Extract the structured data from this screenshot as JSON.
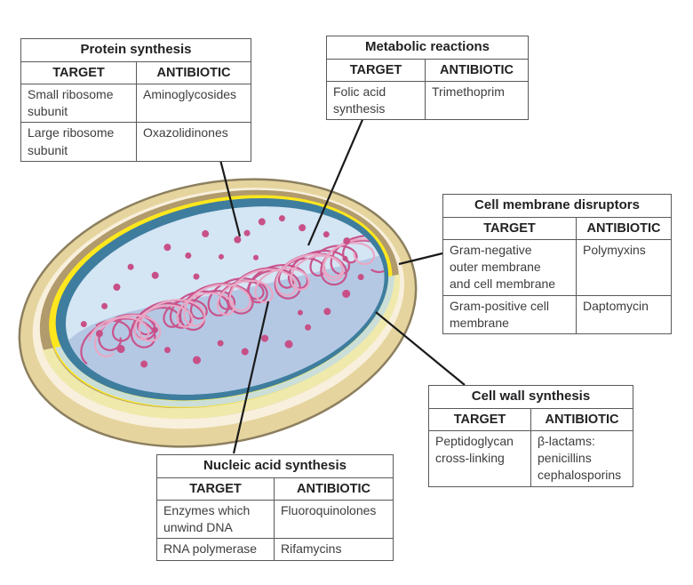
{
  "tables": [
    {
      "id": "protein-synthesis",
      "title": "Protein synthesis",
      "col_headers": [
        "TARGET",
        "ANTIBIOTIC"
      ],
      "rows": [
        {
          "target": "Small ribosome\nsubunit",
          "antibiotic": "Aminoglycosides"
        },
        {
          "target": "Large ribosome\nsubunit",
          "antibiotic": "Oxazolidinones"
        }
      ]
    },
    {
      "id": "metabolic-reactions",
      "title": "Metabolic reactions",
      "col_headers": [
        "TARGET",
        "ANTIBIOTIC"
      ],
      "rows": [
        {
          "target": "Folic acid\nsynthesis",
          "antibiotic": "Trimethoprim"
        }
      ]
    },
    {
      "id": "cell-membrane-disruptors",
      "title": "Cell membrane disruptors",
      "col_headers": [
        "TARGET",
        "ANTIBIOTIC"
      ],
      "rows": [
        {
          "target": "Gram-negative\nouter membrane\nand cell membrane",
          "antibiotic": "Polymyxins"
        },
        {
          "target": "Gram-positive cell\nmembrane",
          "antibiotic": "Daptomycin"
        }
      ]
    },
    {
      "id": "cell-wall-synthesis",
      "title": "Cell wall synthesis",
      "col_headers": [
        "TARGET",
        "ANTIBIOTIC"
      ],
      "rows": [
        {
          "target": "Peptidoglycan\ncross-linking",
          "antibiotic": "β-lactams:\npenicillins\ncephalosporins"
        }
      ]
    },
    {
      "id": "nucleic-acid-synthesis",
      "title": "Nucleic acid synthesis",
      "col_headers": [
        "TARGET",
        "ANTIBIOTIC"
      ],
      "rows": [
        {
          "target": "Enzymes which\nunwind DNA",
          "antibiotic": "Fluoroquinolones"
        },
        {
          "target": "RNA polymerase",
          "antibiotic": "Rifamycins"
        }
      ]
    }
  ],
  "cell": {
    "colors": {
      "capsule": "#e5d49d",
      "capsule_outline": "#8c7f5f",
      "capsule_inner_light": "#f8efdc",
      "cell_wall": "#b19a6b",
      "periplasm_yellow": "#ffe71e",
      "membrane_teal": "#3e7d9e",
      "cytoplasm": "#d4e5f4",
      "cytoplasm_floor": "#b4c8e4",
      "bottom_pale_yellow": "#f0e9ac",
      "bottom_pale_green": "#cbdfd8",
      "dna_dark": "#c9548c",
      "dna_light": "#e9a8c5",
      "ribosome": "#c75087",
      "connector": "#1a1a1a",
      "table_border": "#58595b"
    }
  }
}
